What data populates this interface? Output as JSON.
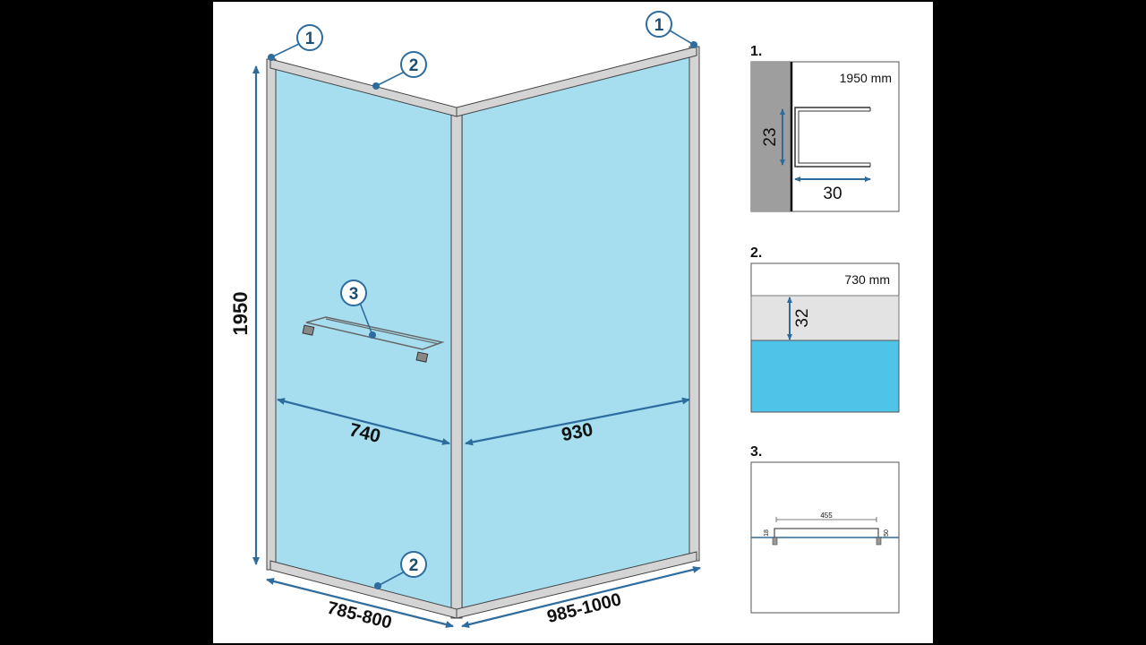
{
  "dimensions": {
    "height": "1950",
    "left_width": "785-800",
    "right_width": "985-1000",
    "left_panel": "740",
    "right_panel": "930"
  },
  "callouts": {
    "c1": "1",
    "c2": "2",
    "c3": "3"
  },
  "details": {
    "d1": {
      "title": "1.",
      "height_label": "1950 mm",
      "dim_vertical": "23",
      "dim_horizontal": "30"
    },
    "d2": {
      "title": "2.",
      "width_label": "730 mm",
      "dim_vertical": "32"
    },
    "d3": {
      "title": "3.",
      "dim_length": "455",
      "dim_left": "18",
      "dim_right": "50"
    }
  },
  "colors": {
    "glass": "#a6def0",
    "frame": "#c9c9c9",
    "dimension": "#2e6c9e",
    "wall": "#9e9e9e",
    "glass_detail": "#4fc3e8"
  }
}
